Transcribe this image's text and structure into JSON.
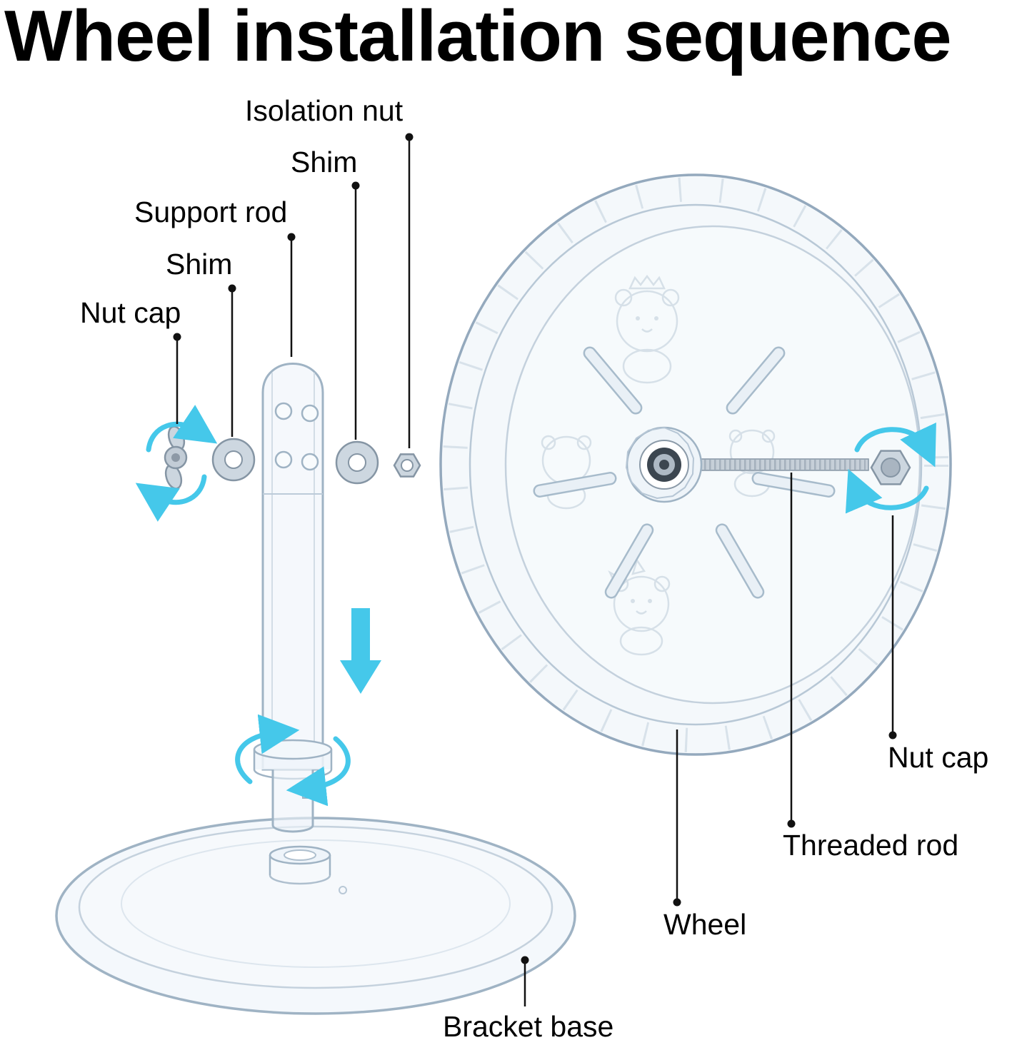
{
  "title": "Wheel installation sequence",
  "labels": {
    "isolation_nut": "Isolation nut",
    "shim_top": "Shim",
    "support_rod": "Support rod",
    "shim_left": "Shim",
    "nut_cap_left": "Nut cap",
    "nut_cap_right": "Nut cap",
    "threaded_rod": "Threaded rod",
    "wheel": "Wheel",
    "bracket_base": "Bracket base"
  },
  "colors": {
    "accent_arrow": "#45C8EA",
    "text": "#000000",
    "part_outline": "#9FB3C4"
  }
}
